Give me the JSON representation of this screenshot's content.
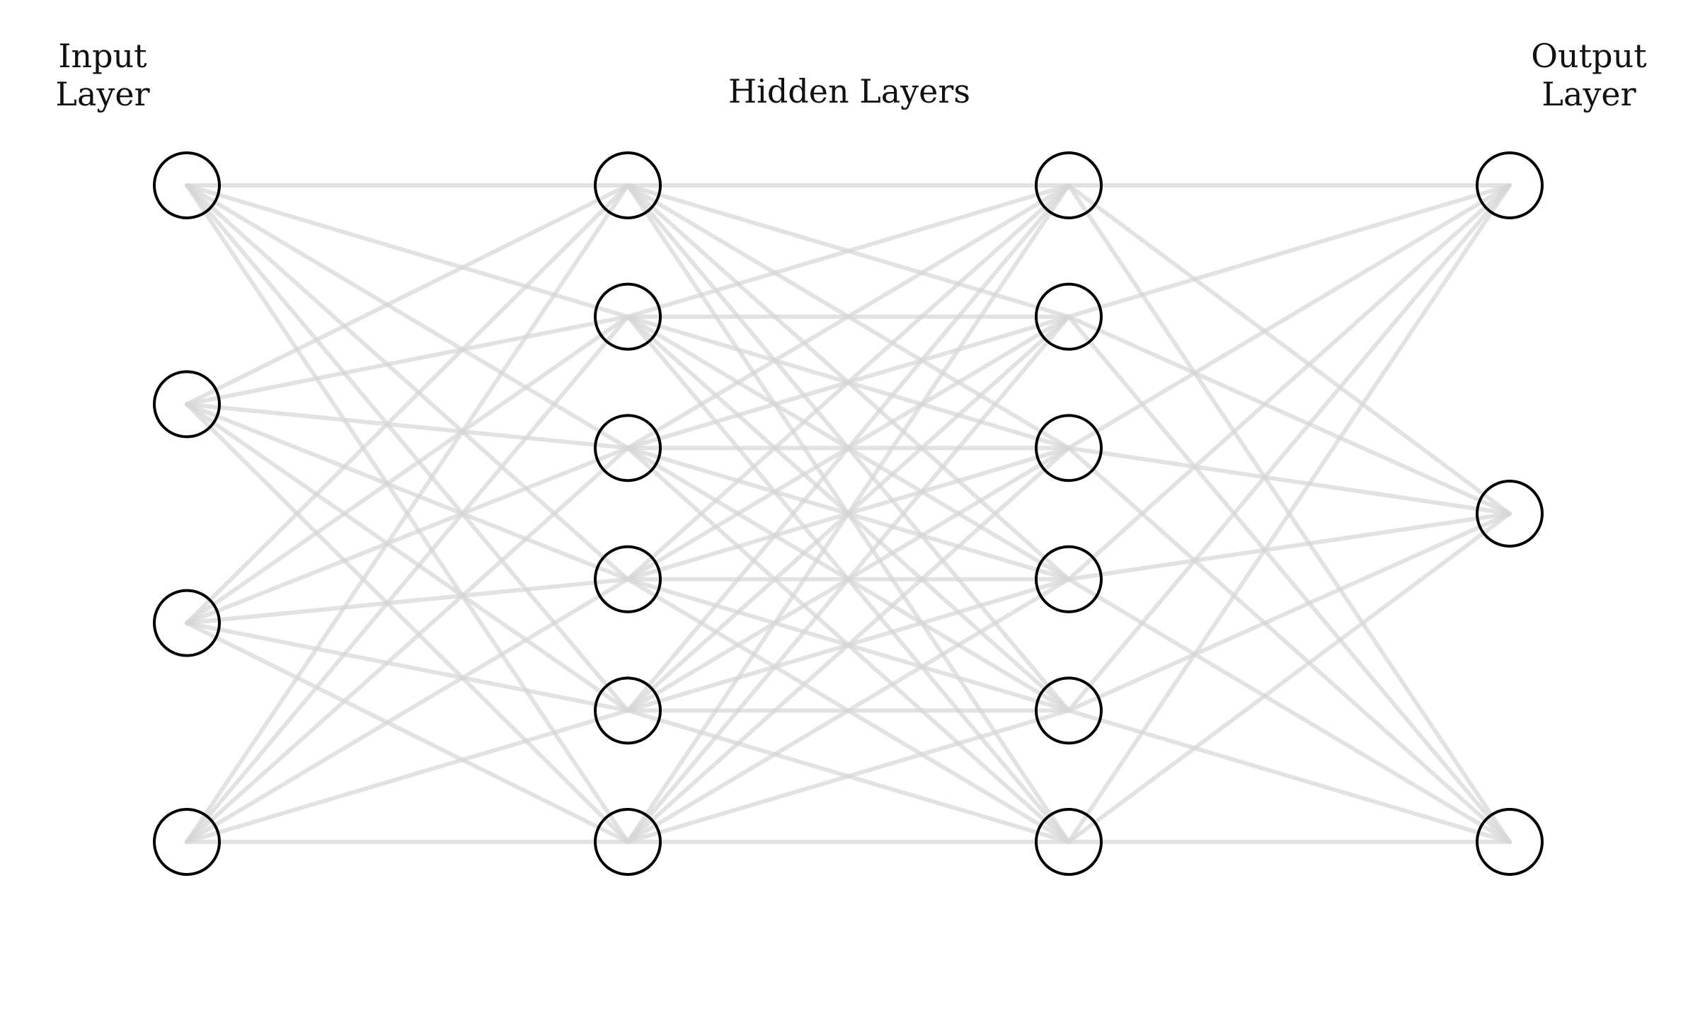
{
  "labels": {
    "input": {
      "line1": "Input",
      "line2": "Layer"
    },
    "hidden": "Hidden Layers",
    "output": {
      "line1": "Output",
      "line2": "Layer"
    }
  },
  "network": {
    "layers": [
      4,
      6,
      6,
      3
    ],
    "fully_connected": true
  },
  "colors": {
    "node_stroke": "#000000",
    "node_fill": "#ffffff",
    "edge": "#d6d6d6",
    "text": "#111111",
    "background": "#ffffff"
  }
}
